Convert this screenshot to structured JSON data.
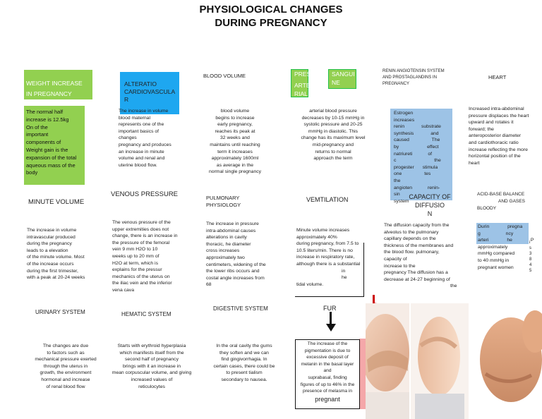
{
  "title": [
    "PHYSIOLOGICAL CHANGES",
    "DURING PREGNANCY"
  ],
  "weight": {
    "heading": [
      "WEIGHT INCREASE",
      "IN PREGNANCY"
    ],
    "lines": [
      "The normal half",
      "increase is 12.5kg",
      "On of the",
      "important",
      "components of",
      "Weight gain is the",
      "expansion of the total",
      "aqueous mass of the",
      "body"
    ]
  },
  "cardio": {
    "heading": [
      "ALTERATIO",
      "CARDIOVASCULA",
      "R"
    ],
    "lines": [
      "The increase in volume",
      "blood maternal",
      "represents one of the",
      "important basics of",
      "changes",
      "pregnancy and produces",
      "an increase in minute",
      "volume and renal and",
      "uterine blood flow."
    ]
  },
  "blood_volume": {
    "heading": "BLOOD VOLUME",
    "lines": [
      "blood volume",
      "begins to increase",
      "early pregnancy,",
      "reaches its peak at",
      "32 weeks and",
      "maintains until reaching",
      "term it increases",
      "approximately 1600ml",
      "as average in the",
      "normal single pregnancy"
    ]
  },
  "pressure": {
    "tags": [
      "PRES",
      "ARTE",
      "RIAL",
      "SANGUI",
      "NE"
    ],
    "lines": [
      "arterial blood pressure",
      "decreases by 10-15 mmHg in",
      "systolic pressure and 20-25",
      "mmHg in diastolic. This",
      "change has its maximum level",
      "mid-pregnancy and",
      "returns to normal",
      "approach the term"
    ]
  },
  "renin": {
    "heading": [
      "RENIN ANGIOTENSIN SYSTEM",
      "AND PROSTAGLANDINS IN",
      "PREGNANCY"
    ],
    "lines": [
      "Estrogen increases",
      "renin substrate",
      "synthesis and",
      "caused The",
      "by effect",
      "natriureti of",
      "c the",
      "progester stimula",
      "one tes the",
      "angioten renin-",
      "sin",
      "system"
    ]
  },
  "heart": {
    "heading": "HEART",
    "lines": [
      "Increased intra-abdominal",
      "pressure displaces the heart",
      "upward and rotates it",
      "forward; the",
      "anteroposterior diameter",
      "and cardiothoracic ratio",
      "increase reflecting the more",
      "horizontal position of the",
      "heart"
    ]
  },
  "minute_volume": {
    "heading": "MINUTE VOLUME",
    "lines": [
      "The increase in volume",
      "intravascular produced",
      "during the pregnancy",
      "leads to a elevation",
      "of the minute volume. Most",
      "of the increase occurs",
      "during the first trimester,",
      "with a peak at 20-24 weeks"
    ]
  },
  "venous": {
    "heading": "VENOUS PRESSURE",
    "lines": [
      "The venous pressure of the",
      "upper extremities does not",
      "change, there is an increase in",
      "the pressure of the femoral",
      "vein 9 mm H2O to 10",
      "weeks up to 20 mm of",
      "H2O at term, which is",
      "explains for the pressur",
      "mechanics of the uterus on",
      "the iliac vein and the inferior",
      "vena cava"
    ]
  },
  "pulmonary": {
    "heading": [
      "PULMONARY",
      "PHYSIOLOGY"
    ],
    "lines": [
      "The increase in pressure",
      "intra-abdominal causes",
      "alterations in cavity",
      "thoracic, he diameter",
      "cross increases",
      "approximately two",
      "centimeters, widening of the",
      "the lower ribs occurs and",
      "costal angle increases from",
      "68"
    ]
  },
  "ventilation": {
    "heading": "VEMTILATION",
    "lines": [
      "Minute volume increases",
      "approximately 40%",
      "during pregnancy, from 7.5 to",
      "10.5 liters/min. There is no",
      "increase in respiratory rate,",
      "although there is a substantial",
      "in",
      "he",
      "tidal volume."
    ]
  },
  "diffusion": {
    "heading": [
      "CAPACITY OF",
      "DIFFUSIO",
      "N"
    ],
    "lines": [
      "The diffusion capacity from the",
      "alveolus to the pulmonary",
      "capillary depends on the",
      "thickness of the membranes and",
      "the blood flow. pulmonary,",
      "capacity of",
      "increase to the",
      "pregnancy The diffusion has a",
      "decrease at 24-27 beginning of",
      "the"
    ]
  },
  "acid_base": {
    "heading": [
      "ACID-BASE BALANCE",
      "AND GASES",
      "BLOODY"
    ],
    "lines": [
      "Durin pregna",
      "g ncy",
      "arteri he P",
      "approximately",
      "mmHg compared",
      "to 40 mmHg in",
      "pregnant women"
    ],
    "side": [
      "i",
      "s",
      "3",
      "8",
      "4",
      "5"
    ]
  },
  "urinary": {
    "heading": "URINARY SYSTEM",
    "lines": [
      "The changes are due",
      "to factors such as",
      "mechanical pressure exerted",
      "through the uterus in",
      "growth, the environment",
      "hormonal and increase",
      "of renal blood flow"
    ]
  },
  "hematic": {
    "heading": "HEMATIC SYSTEM",
    "lines": [
      "Starts with erythroid hyperplasia",
      "which manifests itself from the",
      "second half of pregnancy",
      "brings with it an increase in",
      "mean corpuscular volume, and giving",
      "increased values of",
      "reticulocytes"
    ]
  },
  "digestive": {
    "heading": "DIGESTIVE SYSTEM",
    "lines": [
      "In the oral cavity the gums",
      "they soften and we can",
      "find gingivorrhagia. In",
      "certain cases, there could be",
      "to present tialism",
      "secondary to nausea."
    ]
  },
  "fur": {
    "heading": "FUR",
    "lines": [
      "The increase of the",
      "pigmentation is due to",
      "excessive deposit of",
      "melanin in the basal layer",
      "and",
      "suprabasal, finding",
      "figures of up to 46% in the",
      "presence of melasma in"
    ],
    "last": "pregnant"
  },
  "colors": {
    "green": "#92d050",
    "blue": "#1ea7f0",
    "light_blue": "#9dc3e6",
    "pink": "#f4a7a9"
  }
}
